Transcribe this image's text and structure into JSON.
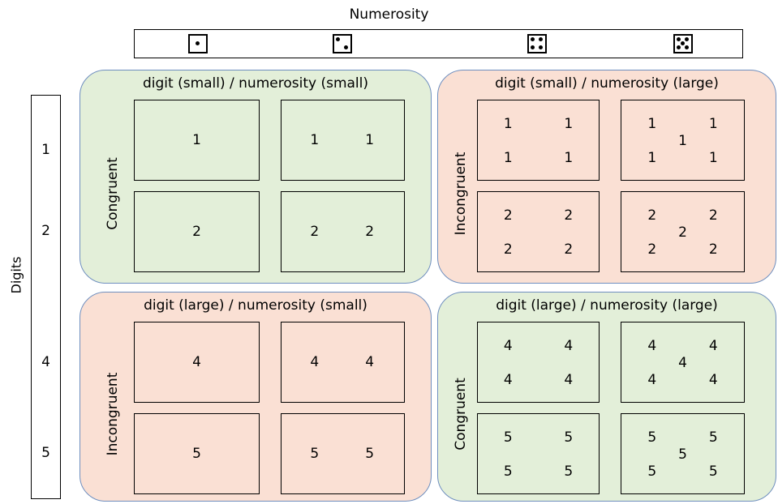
{
  "axes": {
    "top_label": "Numerosity",
    "left_label": "Digits",
    "digits": [
      "1",
      "2",
      "4",
      "5"
    ]
  },
  "dice": [
    {
      "face": 1,
      "icon": "die-one-icon"
    },
    {
      "face": 2,
      "icon": "die-two-icon"
    },
    {
      "face": 4,
      "icon": "die-four-icon"
    },
    {
      "face": 5,
      "icon": "die-five-icon"
    }
  ],
  "colors": {
    "congruent": "#e3efd9",
    "incongruent": "#fae0d4",
    "border": "#6f8fbf"
  },
  "quadrants": [
    {
      "title": "digit (small) / numerosity (small)",
      "condition": "Congruent",
      "color": "green",
      "cells": [
        [
          "1"
        ],
        [
          "1",
          "1"
        ],
        [
          "2"
        ],
        [
          "2",
          "2"
        ]
      ]
    },
    {
      "title": "digit (small) / numerosity (large)",
      "condition": "Incongruent",
      "color": "peach",
      "cells": [
        [
          "1",
          "1",
          "1",
          "1"
        ],
        [
          "1",
          "1",
          "1",
          "1",
          "1"
        ],
        [
          "2",
          "2",
          "2",
          "2"
        ],
        [
          "2",
          "2",
          "2",
          "2",
          "2"
        ]
      ]
    },
    {
      "title": "digit (large) / numerosity (small)",
      "condition": "Incongruent",
      "color": "peach",
      "cells": [
        [
          "4"
        ],
        [
          "4",
          "4"
        ],
        [
          "5"
        ],
        [
          "5",
          "5"
        ]
      ]
    },
    {
      "title": "digit (large) / numerosity (large)",
      "condition": "Congruent",
      "color": "green",
      "cells": [
        [
          "4",
          "4",
          "4",
          "4"
        ],
        [
          "4",
          "4",
          "4",
          "4",
          "4"
        ],
        [
          "5",
          "5",
          "5",
          "5"
        ],
        [
          "5",
          "5",
          "5",
          "5",
          "5"
        ]
      ]
    }
  ]
}
